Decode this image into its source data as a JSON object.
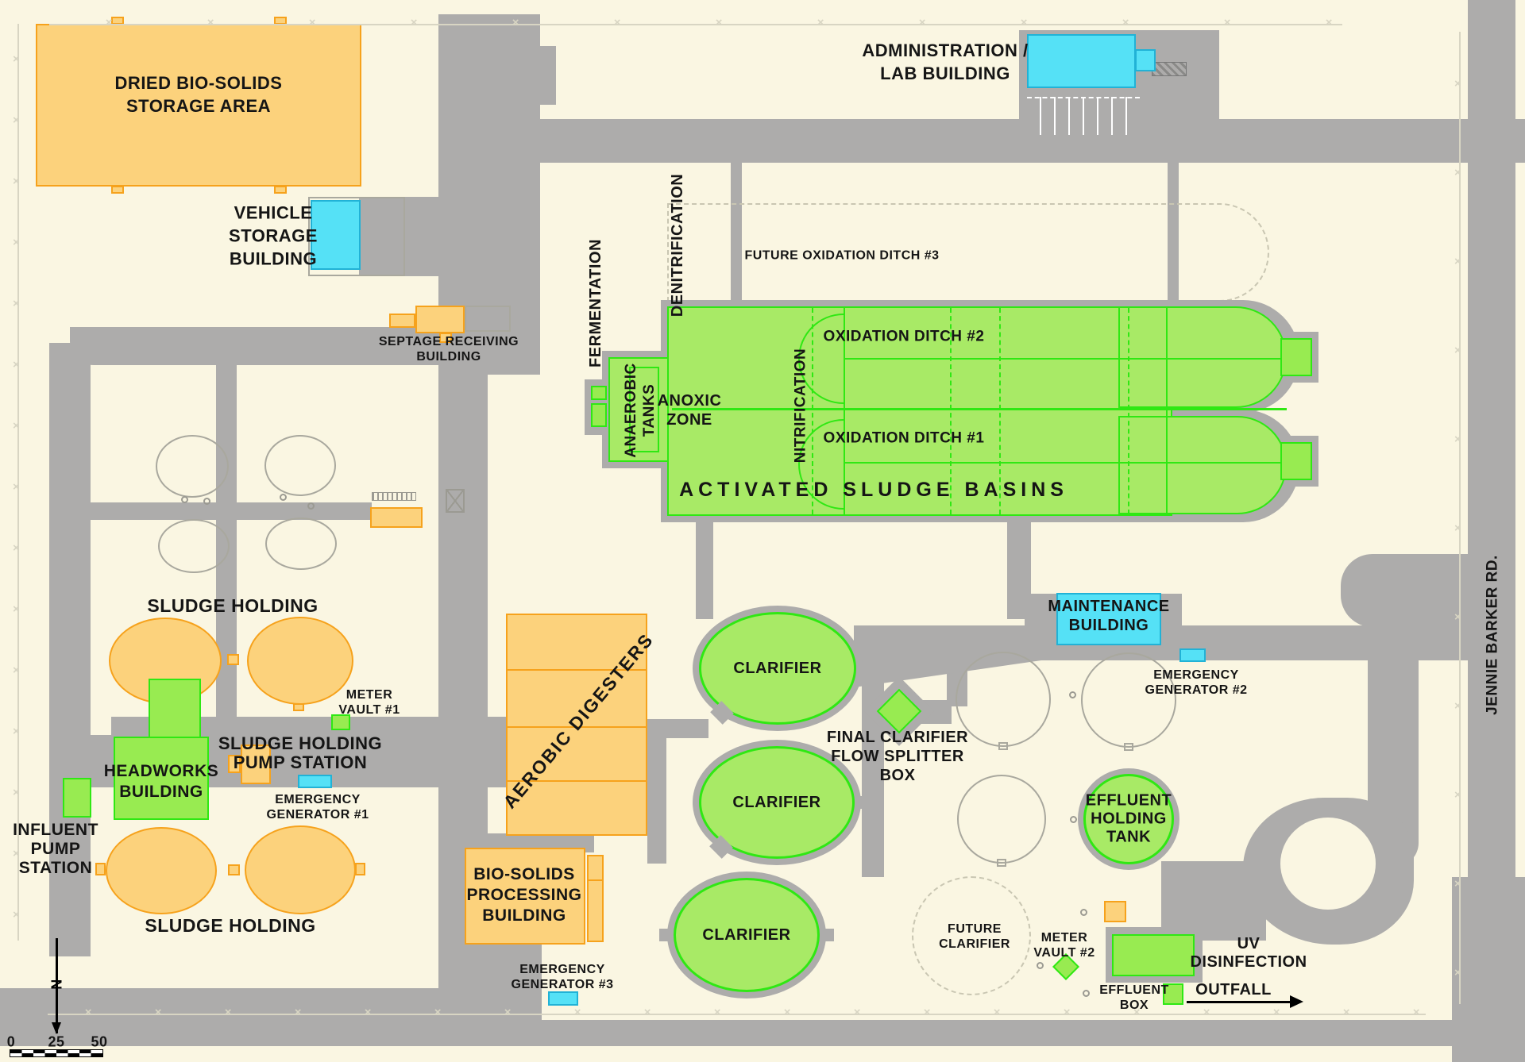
{
  "colors": {
    "bg": "#FAF6E2",
    "road": "#ADACAB",
    "orange": "#FCD27C",
    "orange-border": "#F6A21C",
    "cyan": "#55E1F6",
    "cyan-border": "#21B2D6",
    "green": "#A8EA66",
    "green-line": "#2FE813",
    "green-box": "#98EB51",
    "fence": "#D8D5C3"
  },
  "deco": {
    "fence_mark": "×"
  },
  "labels": {
    "dried_bio_solids": [
      "DRIED BIO-SOLIDS",
      "STORAGE AREA"
    ],
    "vehicle_storage": [
      "VEHICLE",
      "STORAGE",
      "BUILDING"
    ],
    "septage_receiving": [
      "SEPTAGE RECEIVING",
      "BUILDING"
    ],
    "administration_lab": [
      "ADMINISTRATION /",
      "LAB BUILDING"
    ],
    "future_oxidation_ditch_3": "FUTURE OXIDATION DITCH #3",
    "oxidation_ditch_2": "OXIDATION DITCH #2",
    "oxidation_ditch_1": "OXIDATION DITCH #1",
    "activated_sludge_basins": "ACTIVATED SLUDGE BASINS",
    "anoxic_zone": [
      "ANOXIC",
      "ZONE"
    ],
    "anaerobic_tanks": [
      "ANAEROBIC",
      "TANKS"
    ],
    "fermentation": "FERMENTATION",
    "denitrification": "DENITRIFICATION",
    "nitrification": "NITRIFICATION",
    "sludge_holding_north": "SLUDGE HOLDING",
    "sludge_holding_south": "SLUDGE HOLDING",
    "meter_vault_1": [
      "METER",
      "VAULT #1"
    ],
    "sludge_holding_pump_station": [
      "SLUDGE HOLDING",
      "PUMP STATION"
    ],
    "headworks_building": [
      "HEADWORKS",
      "BUILDING"
    ],
    "emergency_generator_1": [
      "EMERGENCY",
      "GENERATOR #1"
    ],
    "influent_pump_station": [
      "INFLUENT",
      "PUMP",
      "STATION"
    ],
    "aerobic_digesters": "AEROBIC  DIGESTERS",
    "bio_solids_processing": [
      "BIO-SOLIDS",
      "PROCESSING",
      "BUILDING"
    ],
    "emergency_generator_3": [
      "EMERGENCY",
      "GENERATOR #3"
    ],
    "clarifiers": [
      "CLARIFIER",
      "CLARIFIER",
      "CLARIFIER"
    ],
    "final_clarifier_flow_splitter_box": [
      "FINAL CLARIFIER",
      "FLOW SPLITTER",
      "BOX"
    ],
    "maintenance_building": [
      "MAINTENANCE",
      "BUILDING"
    ],
    "emergency_generator_2": [
      "EMERGENCY",
      "GENERATOR #2"
    ],
    "effluent_holding_tank": [
      "EFFLUENT",
      "HOLDING",
      "TANK"
    ],
    "future_clarifier": [
      "FUTURE",
      "CLARIFIER"
    ],
    "meter_vault_2": [
      "METER",
      "VAULT #2"
    ],
    "uv_disinfection": [
      "UV",
      "DISINFECTION"
    ],
    "outfall": "OUTFALL",
    "effluent_box": [
      "EFFLUENT",
      "BOX"
    ],
    "jennie_barker_rd": "JENNIE BARKER RD.",
    "north_arrow": "N",
    "scale_ticks": [
      "0",
      "25",
      "50"
    ]
  }
}
